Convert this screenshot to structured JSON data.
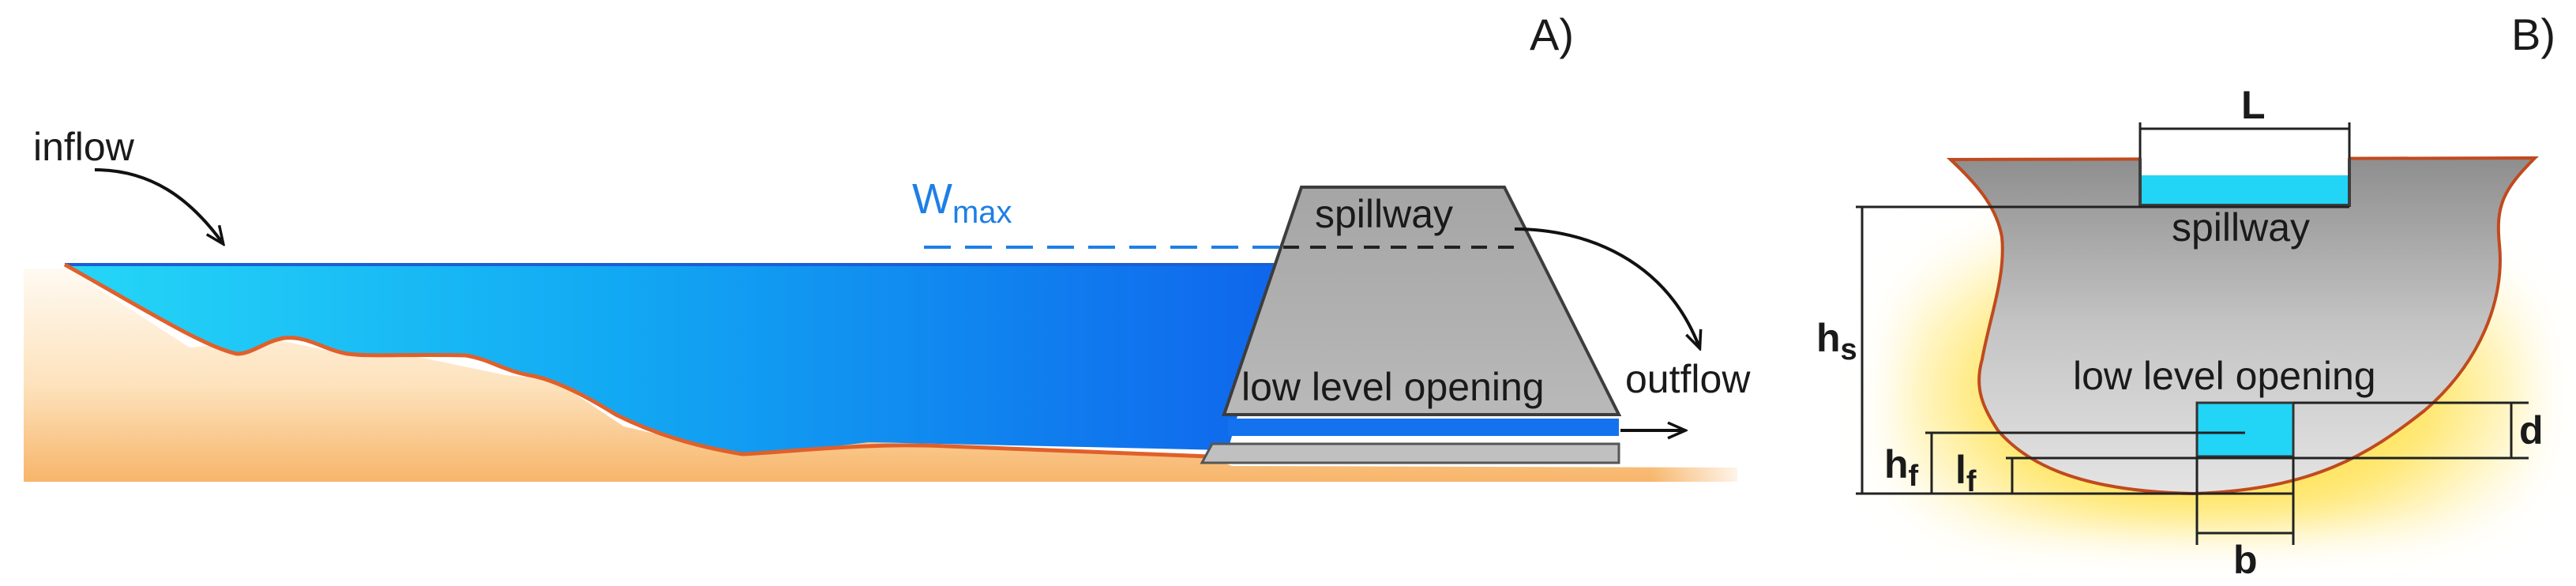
{
  "panels": {
    "a": "A)",
    "b": "B)"
  },
  "panel_a": {
    "inflow": "inflow",
    "wmax_main": "W",
    "wmax_sub": "max",
    "spillway": "spillway",
    "low_level_opening": "low level opening",
    "outflow": "outflow"
  },
  "panel_b": {
    "L": "L",
    "spillway": "spillway",
    "hs_main": "h",
    "hs_sub": "s",
    "low_level_opening": "low level opening",
    "hf_main": "h",
    "hf_sub": "f",
    "lf_main": "l",
    "lf_sub": "f",
    "d": "d",
    "b": "b"
  },
  "colors": {
    "water_light": "#22d4f5",
    "water_dark": "#1572ee",
    "dam_gray": "#b7b7b7",
    "terrain": "#f7b971",
    "terrain_edge": "#e0602a",
    "glow": "#ffe26a",
    "wmax_blue": "#1e7fe6"
  }
}
